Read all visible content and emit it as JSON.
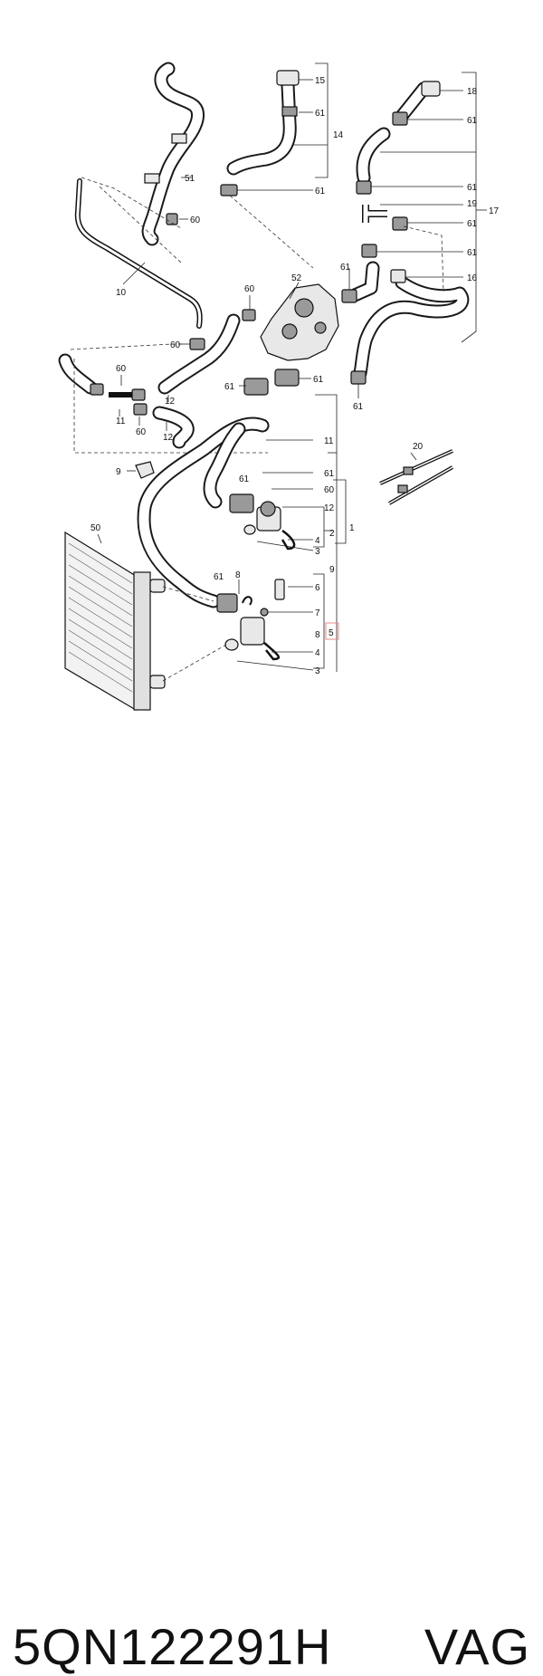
{
  "callouts": {
    "c1": "1",
    "c2": "2",
    "c3a": "3",
    "c3b": "3",
    "c4a": "4",
    "c4b": "4",
    "c5": "5",
    "c6": "6",
    "c7": "7",
    "c8a": "8",
    "c8b": "8",
    "c9a": "9",
    "c9b": "9",
    "c10": "10",
    "c11a": "11",
    "c11b": "11",
    "c12a": "12",
    "c12b": "12",
    "c12c": "12",
    "c14": "14",
    "c15": "15",
    "c16": "16",
    "c17": "17",
    "c18": "18",
    "c19": "19",
    "c20": "20",
    "c50": "50",
    "c51": "51",
    "c52": "52",
    "c60a": "60",
    "c60b": "60",
    "c60c": "60",
    "c60d": "60",
    "c60e": "60",
    "c60f": "60",
    "c61a": "61",
    "c61b": "61",
    "c61c": "61",
    "c61d": "61",
    "c61e": "61",
    "c61f": "61",
    "c61g": "61",
    "c61h": "61",
    "c61i": "61",
    "c61j": "61",
    "c61k": "61",
    "c61l": "61",
    "c61m": "61"
  },
  "caption": {
    "part_number": "5QN122291H",
    "brand": "VAG"
  },
  "colors": {
    "line": "#1a1a1a",
    "highlight_box": "#e38a8a"
  }
}
